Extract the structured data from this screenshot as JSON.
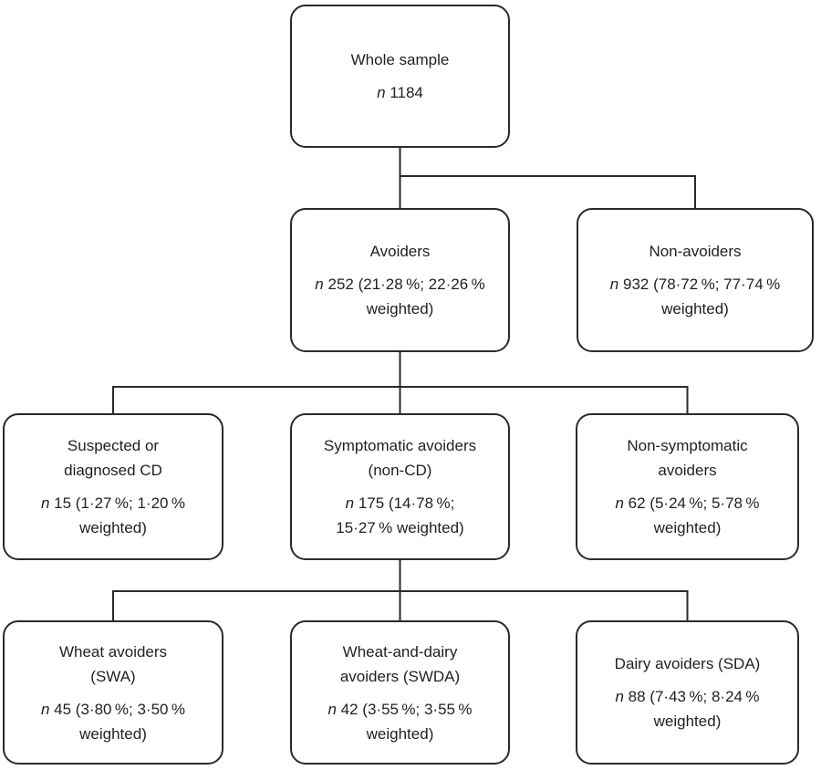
{
  "figure": {
    "type": "flowchart",
    "colors": {
      "background": "#ffffff",
      "line": "#2b2a2a",
      "text": "#231f20"
    }
  },
  "nodes": {
    "whole_sample": {
      "label": "Whole sample",
      "n_symbol": "n",
      "stat": " 1184"
    },
    "avoiders": {
      "label": "Avoiders",
      "n_symbol": "n",
      "stat": " 252 (21·28 %; 22·26 %\nweighted)"
    },
    "non_avoiders": {
      "label": "Non-avoiders",
      "n_symbol": "n",
      "stat": " 932 (78·72 %; 77·74 %\nweighted)"
    },
    "suspected_cd": {
      "label": "Suspected or\ndiagnosed CD",
      "n_symbol": "n",
      "stat": " 15 (1·27 %; 1·20 %\nweighted)"
    },
    "symptomatic_avoiders": {
      "label": "Symptomatic avoiders\n(non-CD)",
      "n_symbol": "n",
      "stat": " 175 (14·78 %;\n15·27 % weighted)"
    },
    "non_symptomatic_avoiders": {
      "label": "Non-symptomatic\navoiders",
      "n_symbol": "n",
      "stat": " 62 (5·24 %; 5·78 %\nweighted)"
    },
    "wheat_avoiders": {
      "label": "Wheat avoiders\n(SWA)",
      "n_symbol": "n",
      "stat": " 45 (3·80 %; 3·50 %\nweighted)"
    },
    "wheat_and_dairy_avoiders": {
      "label": "Wheat-and-dairy\navoiders (SWDA)",
      "n_symbol": "n",
      "stat": " 42 (3·55 %; 3·55 %\nweighted)"
    },
    "dairy_avoiders": {
      "label": "Dairy avoiders (SDA)",
      "n_symbol": "n",
      "stat": " 88 (7·43 %; 8·24 %\nweighted)"
    }
  },
  "edges": [
    {
      "from": "whole_sample",
      "to": "avoiders"
    },
    {
      "from": "whole_sample",
      "to": "non_avoiders"
    },
    {
      "from": "avoiders",
      "to": "suspected_cd"
    },
    {
      "from": "avoiders",
      "to": "symptomatic_avoiders"
    },
    {
      "from": "avoiders",
      "to": "non_symptomatic_avoiders"
    },
    {
      "from": "symptomatic_avoiders",
      "to": "wheat_avoiders"
    },
    {
      "from": "symptomatic_avoiders",
      "to": "wheat_and_dairy_avoiders"
    },
    {
      "from": "symptomatic_avoiders",
      "to": "dairy_avoiders"
    }
  ]
}
